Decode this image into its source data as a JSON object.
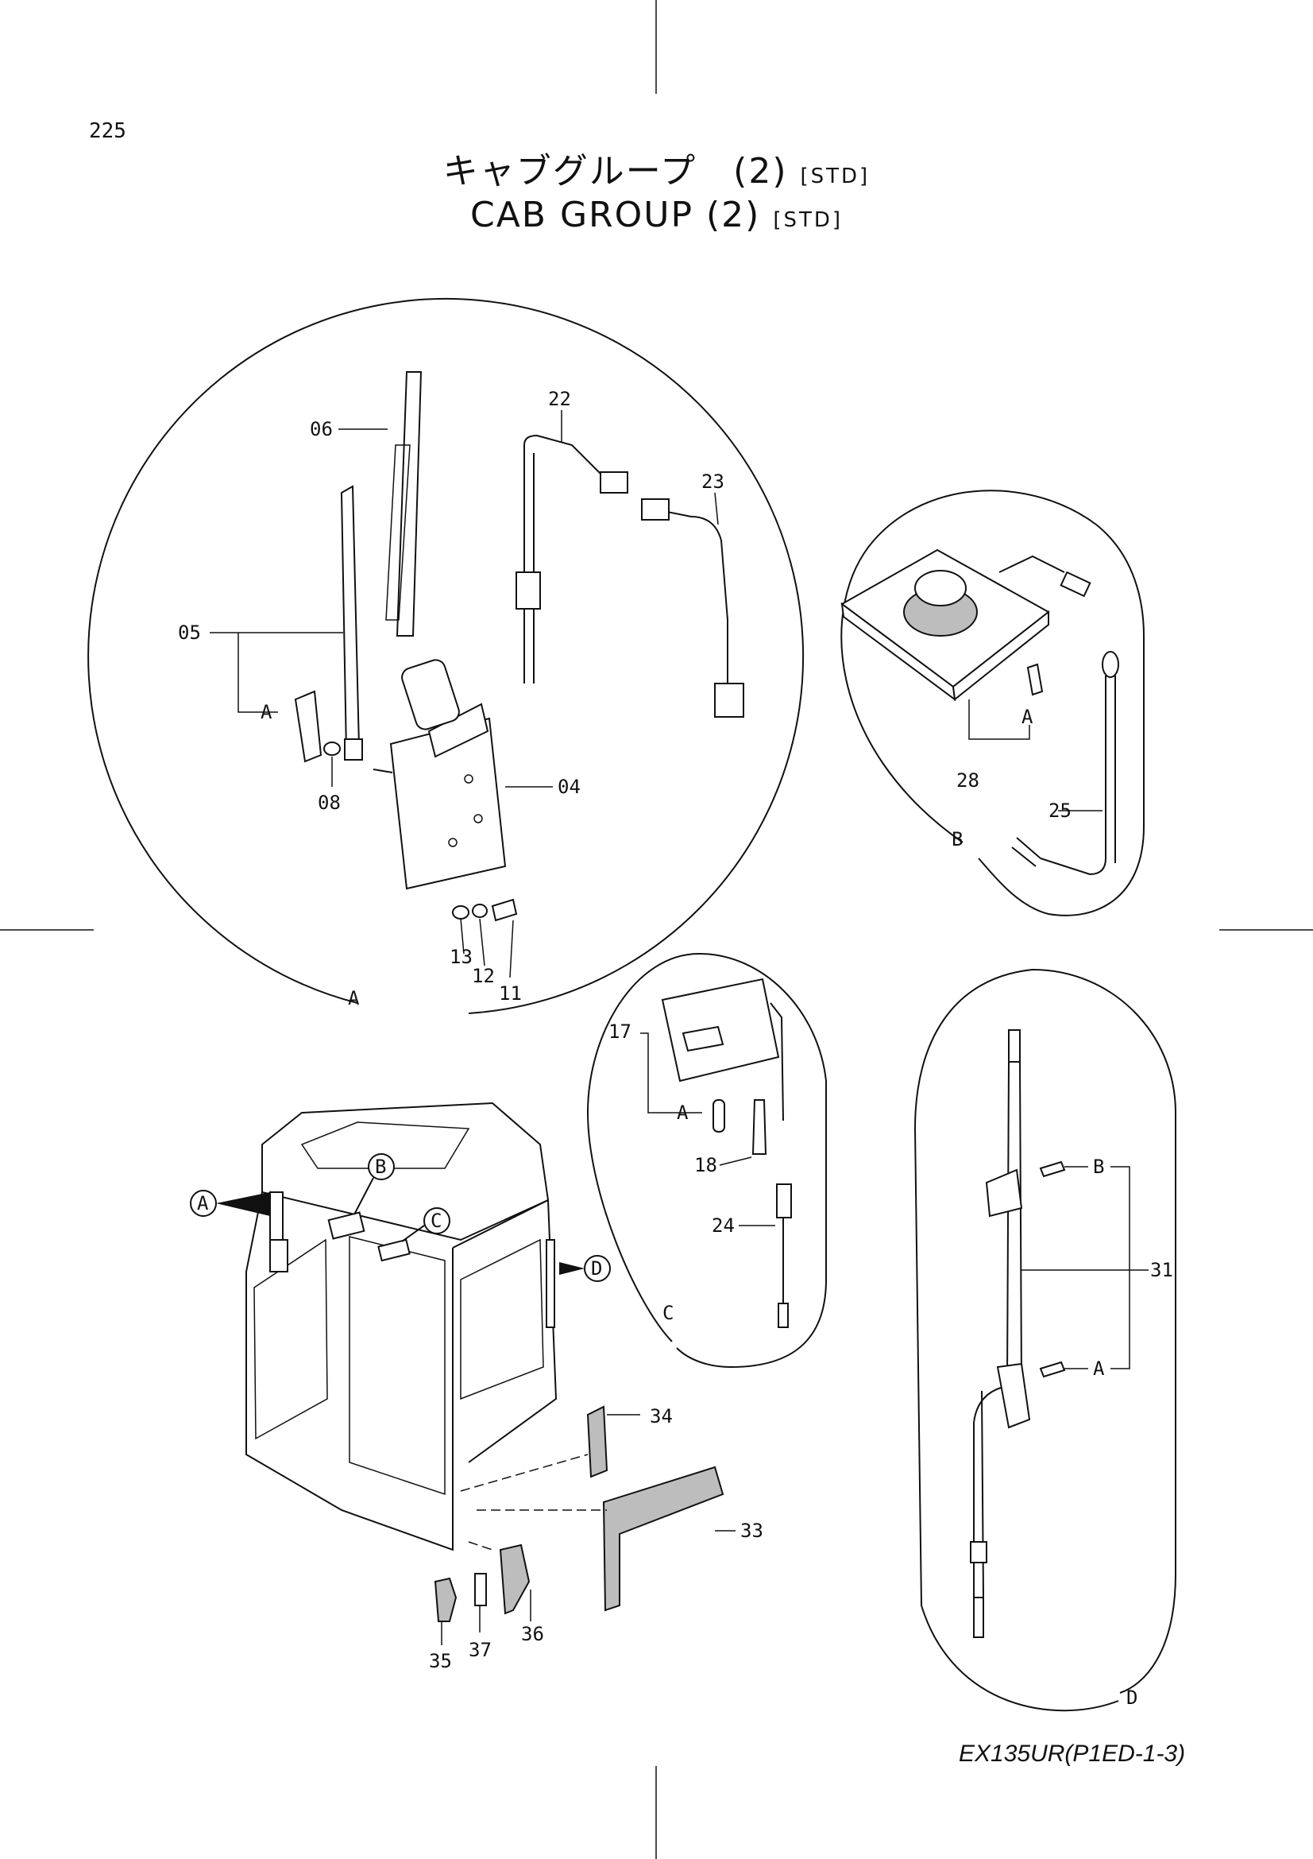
{
  "page_number": "225",
  "title_jp": "キャブグループ　(2)",
  "title_jp_tag": "[STD]",
  "title_en": "CAB  GROUP  (2)",
  "title_en_tag": "[STD]",
  "footer_code": "EX135UR(P1ED-1-3)",
  "callouts": {
    "p06": "06",
    "p22": "22",
    "p23": "23",
    "p05": "05",
    "pA_wiper": "A",
    "p08": "08",
    "p04": "04",
    "p13": "13",
    "p12": "12",
    "p11": "11",
    "detail_A": "A",
    "p28": "28",
    "pA_light": "A",
    "p25": "25",
    "detail_B": "B",
    "p17": "17",
    "pA_lamp": "A",
    "p18": "18",
    "p24": "24",
    "detail_C": "C",
    "pB_ant": "B",
    "p31": "31",
    "pA_ant": "A",
    "detail_D": "D",
    "p34": "34",
    "p33": "33",
    "p35": "35",
    "p37": "37",
    "p36": "36",
    "cab_A": "A",
    "cab_B": "B",
    "cab_C": "C",
    "cab_D": "D"
  }
}
